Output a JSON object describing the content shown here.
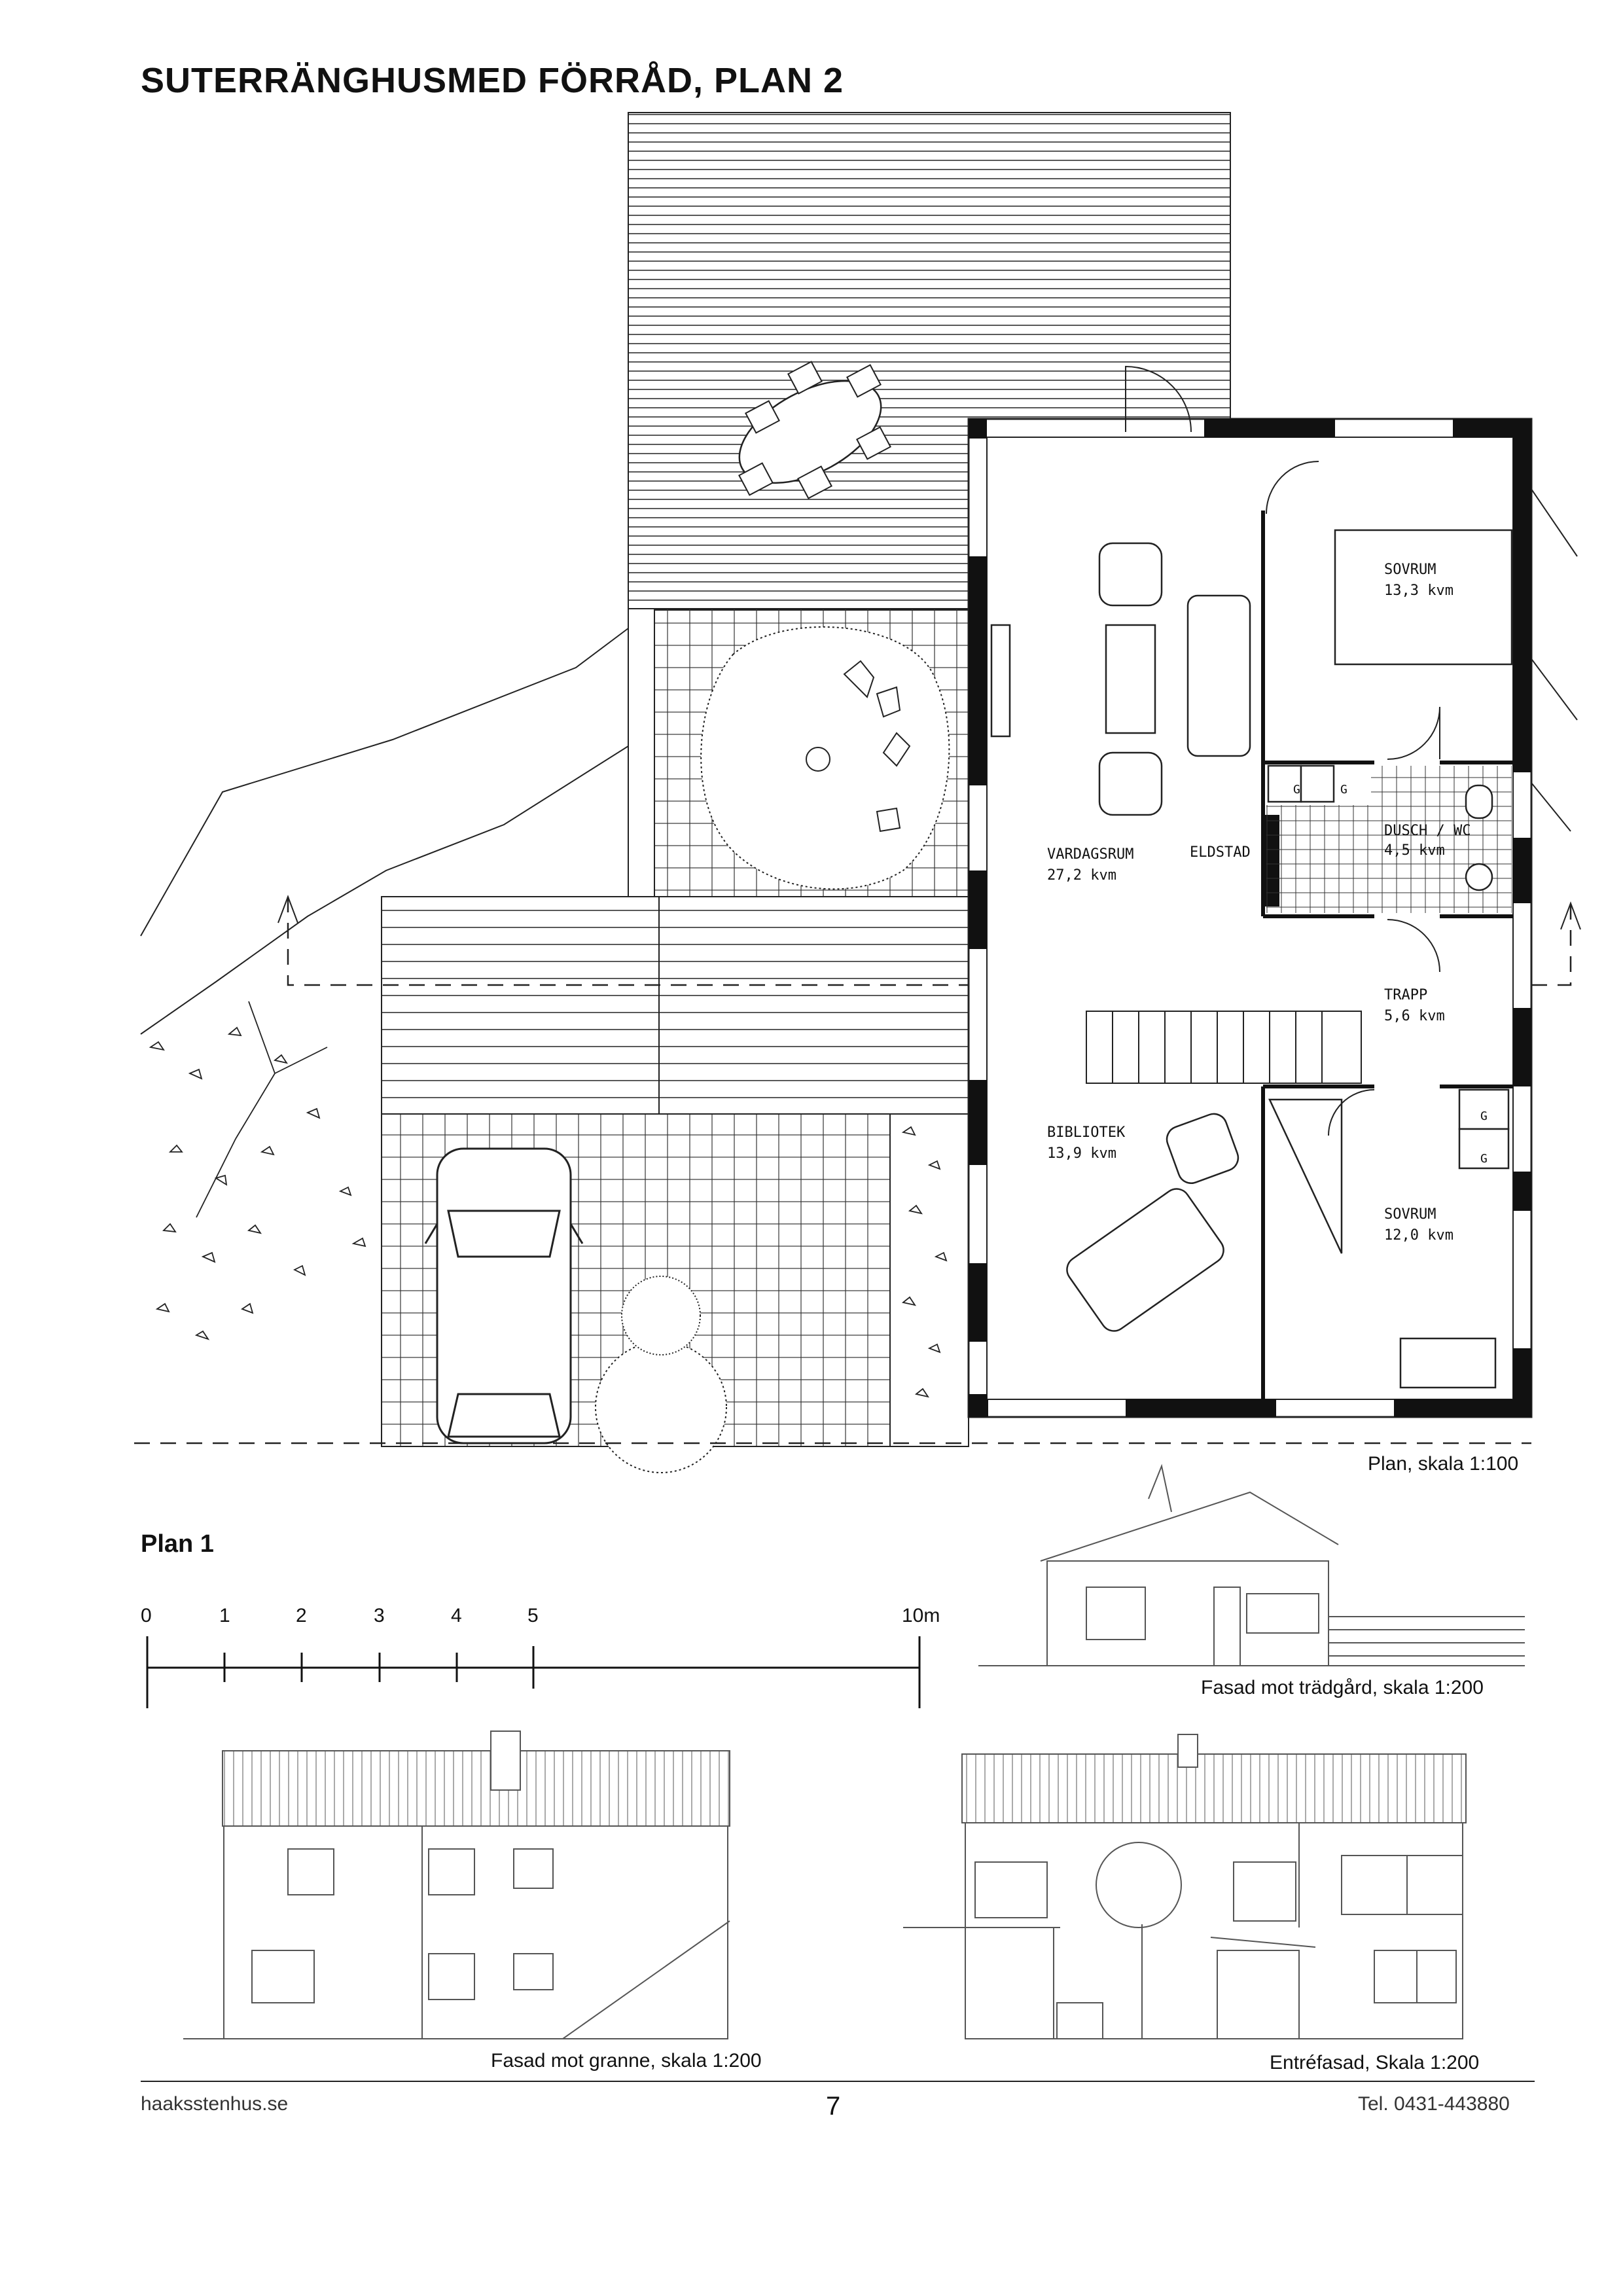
{
  "title": "SUTERRÄNGHUSMED FÖRRÅD, PLAN 2",
  "plan": {
    "caption": "Plan, skala 1:100",
    "rooms": [
      {
        "name": "VARDAGSRUM",
        "area": "27,2 kvm"
      },
      {
        "name": "ELDSTAD",
        "area": ""
      },
      {
        "name": "SOVRUM",
        "area": "13,3 kvm"
      },
      {
        "name": "DUSCH / WC",
        "area": "4,5 kvm"
      },
      {
        "name": "TRAPP",
        "area": "5,6 kvm"
      },
      {
        "name": "BIBLIOTEK",
        "area": "13,9 kvm"
      },
      {
        "name": "SOVRUM",
        "area": "12,0 kvm"
      }
    ],
    "wardrobe_label": "G"
  },
  "scale_bar": {
    "heading": "Plan 1",
    "ticks": [
      "0",
      "1",
      "2",
      "3",
      "4",
      "5",
      "10m"
    ]
  },
  "facades": {
    "garden": "Fasad mot trädgård, skala 1:200",
    "neighbour": "Fasad mot granne, skala 1:200",
    "entrance": "Entréfasad, Skala 1:200"
  },
  "footer": {
    "website": "haaksstenhus.se",
    "page": "7",
    "phone": "Tel. 0431-443880"
  }
}
